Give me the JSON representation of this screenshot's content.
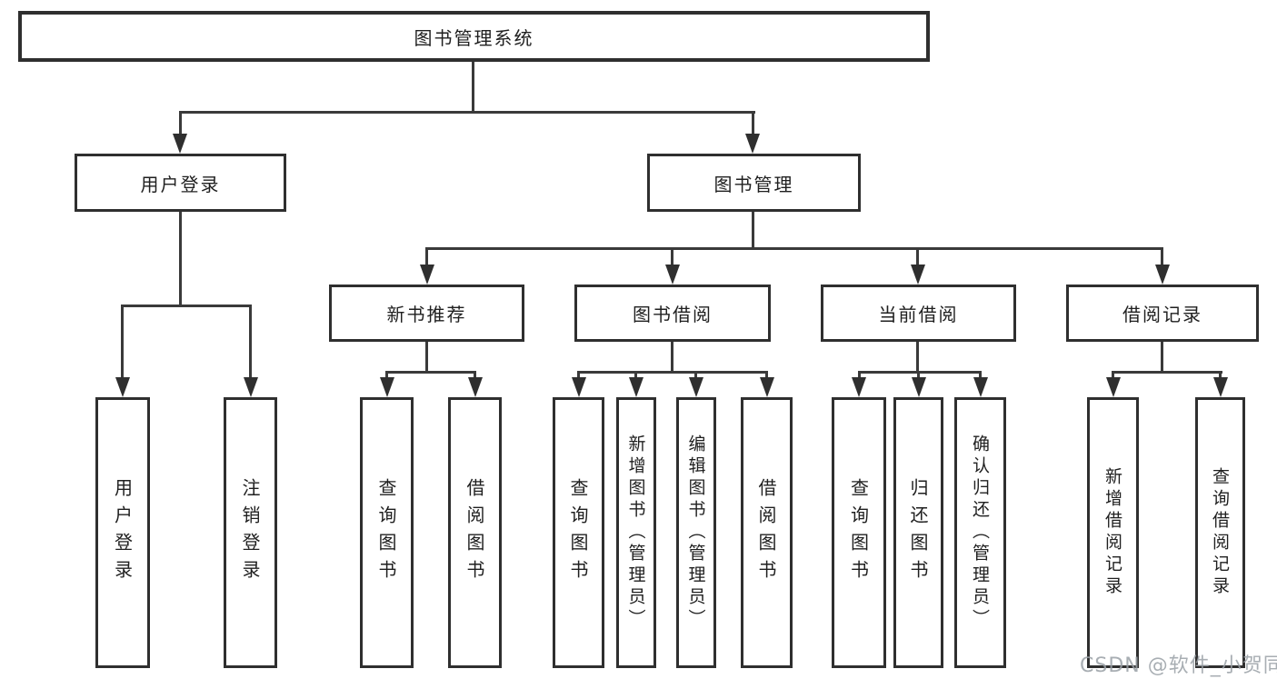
{
  "tree": {
    "root": "图书管理系统",
    "branches": [
      {
        "label": "用户登录",
        "children": [
          "用户登录",
          "注销登录"
        ]
      },
      {
        "label": "图书管理",
        "groups": [
          {
            "label": "新书推荐",
            "children": [
              "查询图书",
              "借阅图书"
            ]
          },
          {
            "label": "图书借阅",
            "children": [
              "查询图书",
              "新增图书（管理员）",
              "编辑图书（管理员）",
              "借阅图书"
            ]
          },
          {
            "label": "当前借阅",
            "children": [
              "查询图书",
              "归还图书",
              "确认归还（管理员）"
            ]
          },
          {
            "label": "借阅记录",
            "children": [
              "新增借阅记录",
              "查询借阅记录"
            ]
          }
        ]
      }
    ]
  },
  "watermark": "CSDN @软件_小贺同学",
  "colors": {
    "box_border": "#2f2f2f",
    "connector_line": "#3a3a3a",
    "text": "#1f1f1f",
    "watermark": "#9aa0a6",
    "background": "#ffffff"
  }
}
